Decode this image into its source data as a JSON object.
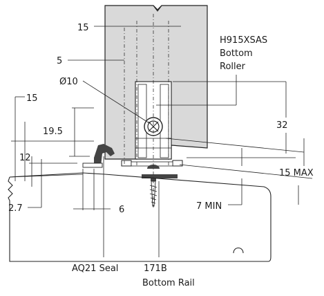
{
  "dimensions": {
    "d15_top": "15",
    "d5": "5",
    "d10": "Ø10",
    "d15_left": "15",
    "d19_5": "19.5",
    "d12": "12",
    "d2_7": "2.7",
    "d6": "6",
    "d32": "32",
    "d15max": "15 MAX",
    "d7min": "7 MIN"
  },
  "labels": {
    "roller_code": "H915XSAS",
    "roller_word1": "Bottom",
    "roller_word2": "Roller",
    "seal": "AQ21 Seal",
    "rail_code": "171B",
    "rail_word": "Bottom Rail"
  },
  "colors": {
    "door_fill": "#d9d9d9",
    "part_fill": "#444444",
    "line": "#222222"
  }
}
